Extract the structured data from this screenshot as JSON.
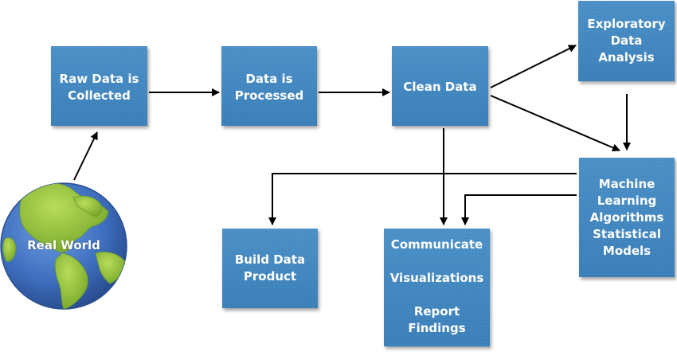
{
  "nodes": {
    "raw": [
      "Raw Data is",
      "Collected"
    ],
    "processed": [
      "Data is",
      "Processed"
    ],
    "clean": [
      "Clean Data"
    ],
    "eda": [
      "Exploratory",
      "Data",
      "Analysis"
    ],
    "ml": [
      "Machine",
      "Learning",
      "Algorithms",
      "Statistical",
      "Models"
    ],
    "build": [
      "Build Data",
      "Product"
    ],
    "communicate": [
      "Communicate",
      "Visualizations",
      "Report",
      "Findings"
    ]
  },
  "globe_label": "Real World",
  "colors": {
    "box": "#3f86bf",
    "ocean": "#3e6fbf",
    "land": "#8fbf3a",
    "arrow": "#000000"
  },
  "edges": [
    {
      "from": "real-world",
      "to": "raw"
    },
    {
      "from": "raw",
      "to": "processed"
    },
    {
      "from": "processed",
      "to": "clean"
    },
    {
      "from": "clean",
      "to": "eda"
    },
    {
      "from": "clean",
      "to": "ml"
    },
    {
      "from": "eda",
      "to": "ml"
    },
    {
      "from": "clean",
      "to": "communicate"
    },
    {
      "from": "ml",
      "to": "build"
    },
    {
      "from": "ml",
      "to": "communicate"
    }
  ]
}
